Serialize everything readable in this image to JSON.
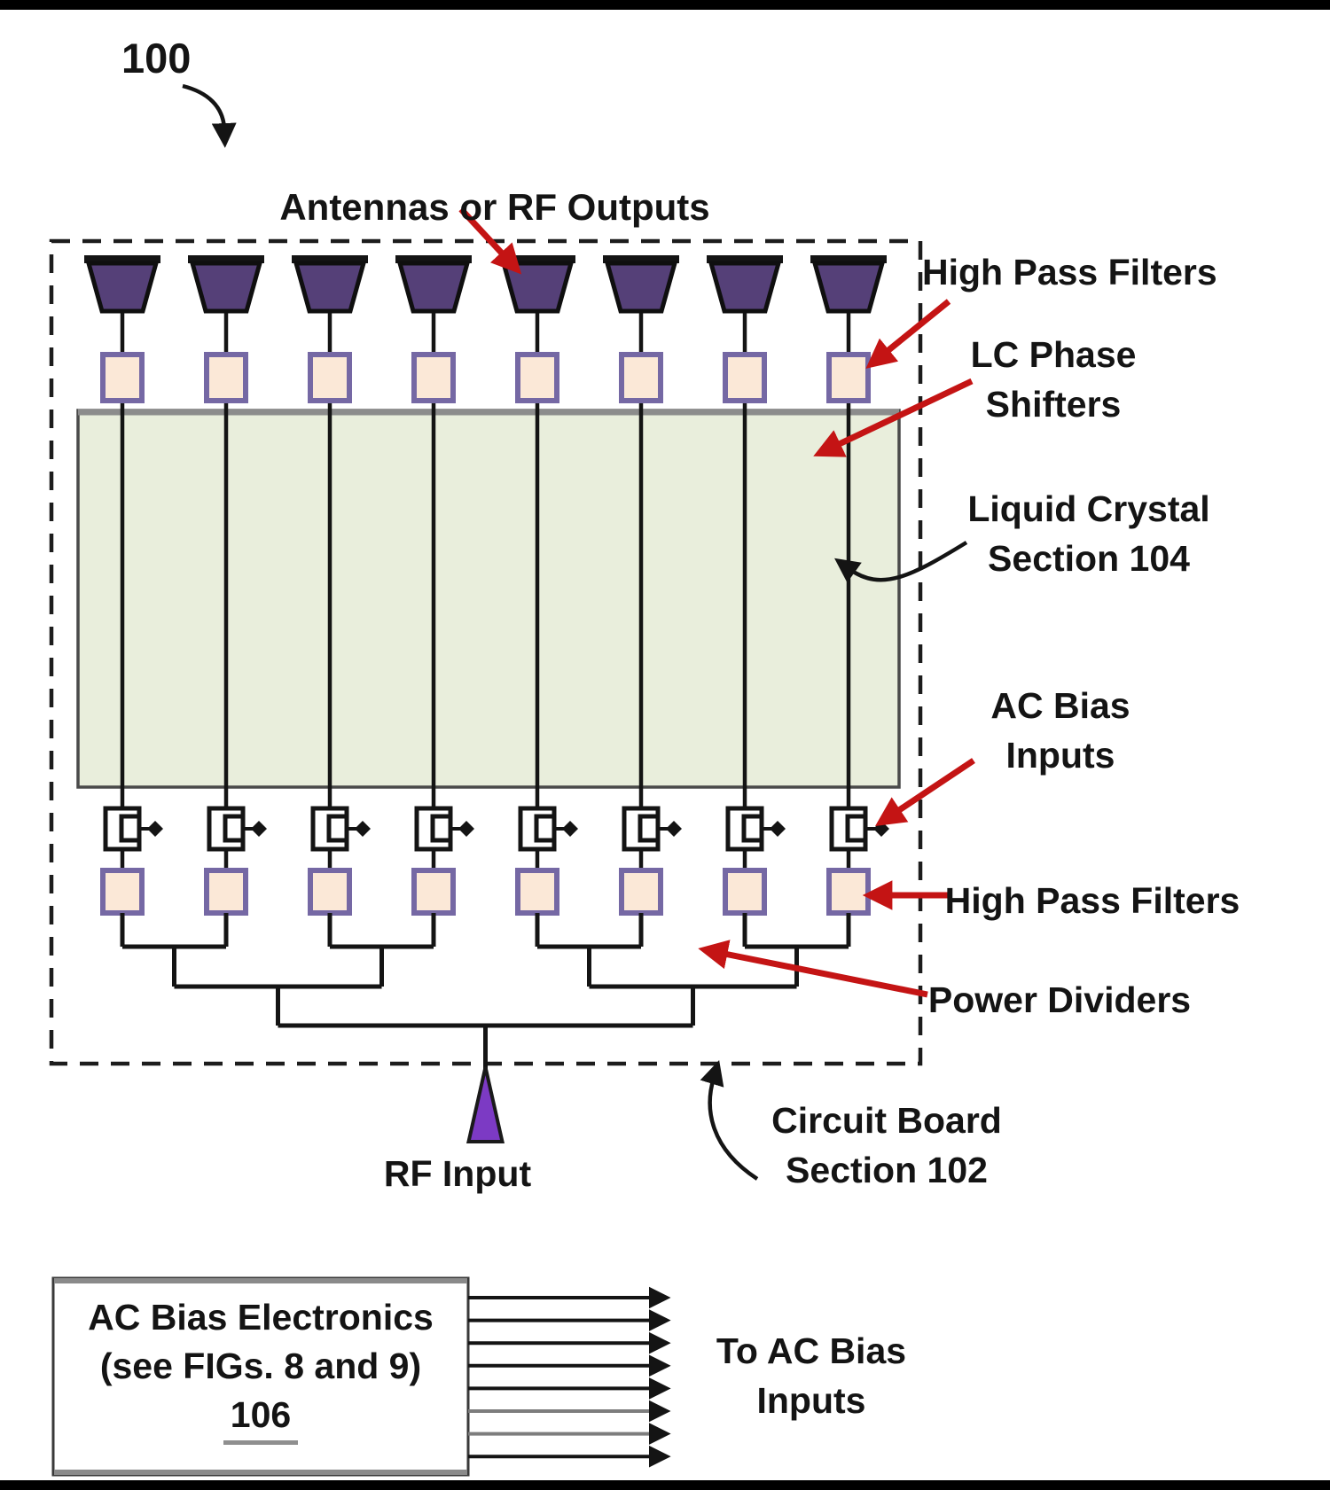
{
  "figure_ref": "100",
  "top_label": "Antennas or RF Outputs",
  "rf_input_label": "RF Input",
  "callouts": {
    "high_pass_filters_top": "High Pass Filters",
    "lc_phase_line1": "LC Phase",
    "lc_phase_line2": "Shifters",
    "liquid_crystal_line1": "Liquid Crystal",
    "liquid_crystal_line2": "Section 104",
    "ac_bias_line1": "AC Bias",
    "ac_bias_line2": "Inputs",
    "high_pass_filters_bottom": "High Pass Filters",
    "power_dividers": "Power Dividers",
    "circuit_board_line1": "Circuit Board",
    "circuit_board_line2": "Section 102"
  },
  "bias_box": {
    "line1": "AC Bias Electronics",
    "line2": "(see FIGs. 8 and 9)",
    "ref": "106"
  },
  "bias_outputs": {
    "line1": "To AC Bias",
    "line2": "Inputs",
    "arrow_count": 8
  },
  "diagram": {
    "channel_count": 8,
    "colors": {
      "antenna_fill": "#554078",
      "filter_fill": "#FBE8D7",
      "filter_border": "#7568A4",
      "liquid_crystal_fill": "#E9EEDC",
      "liquid_crystal_border": "#4A4A4A",
      "rf_triangle_fill": "#7C3AC4",
      "callout_arrow_red": "#C41414",
      "line_black": "#141414",
      "gray_accent": "#8A8A8A"
    }
  }
}
